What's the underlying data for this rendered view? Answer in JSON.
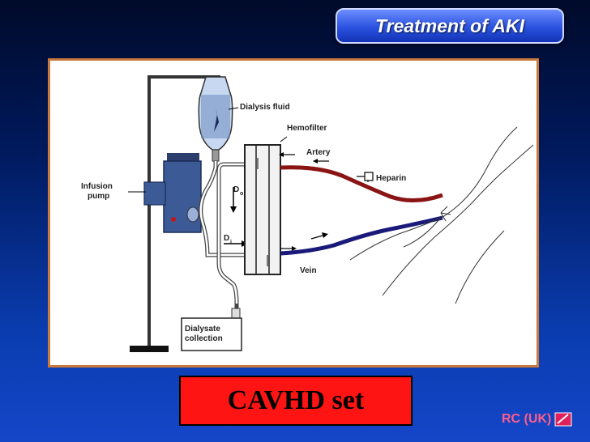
{
  "header": {
    "title": "Treatment of AKI"
  },
  "diagram": {
    "labels": {
      "dialysis_fluid": "Dialysis fluid",
      "hemofilter": "Hemofilter",
      "artery": "Artery",
      "heparin": "Heparin",
      "infusion_pump_line1": "Infusion",
      "infusion_pump_line2": "pump",
      "d_o": "D",
      "d_o_sub": "o",
      "d_i": "D",
      "d_i_sub": "i",
      "vein": "Vein",
      "dialysate_line1": "Dialysate",
      "dialysate_line2": "collection"
    }
  },
  "caption": {
    "text": "CAVHD set"
  },
  "footer": {
    "credit": "RC (UK)"
  },
  "colors": {
    "artery": "#8a1414",
    "vein": "#1a1a7a",
    "pump": "#3c5a96",
    "frame_border": "#c87a3c",
    "caption_bg": "#ff1414"
  }
}
